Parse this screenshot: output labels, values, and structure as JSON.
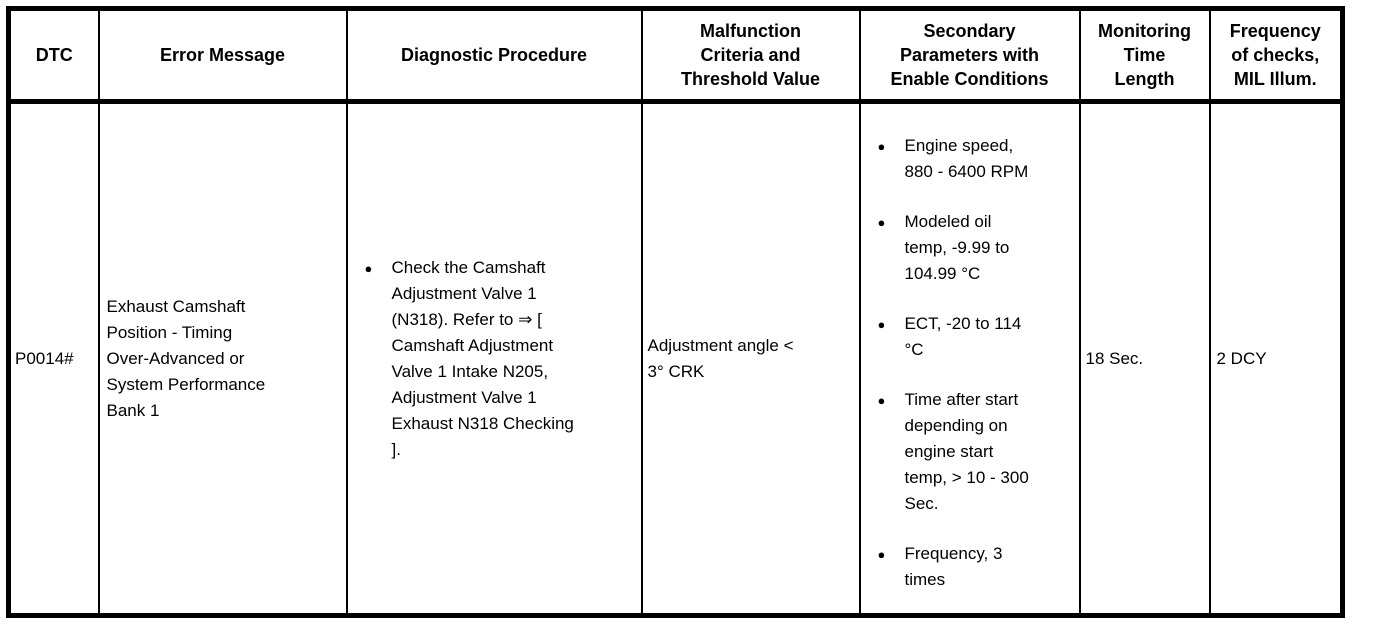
{
  "colors": {
    "background": "#ffffff",
    "border": "#000000",
    "text": "#000000"
  },
  "glyphs": {
    "bullet": "●"
  },
  "table": {
    "headers": {
      "dtc": "DTC",
      "error_message": "Error Message",
      "diagnostic_procedure": "Diagnostic Procedure",
      "malfunction_criteria": "Malfunction\nCriteria and\nThreshold Value",
      "secondary_parameters": "Secondary\nParameters with\nEnable Conditions",
      "monitoring_time_length": "Monitoring\nTime\nLength",
      "frequency_of_checks": "Frequency\nof checks,\nMIL Illum."
    },
    "row": {
      "dtc": "P0014#",
      "error_message": "Exhaust Camshaft\nPosition - Timing\nOver-Advanced or\nSystem Performance\nBank 1",
      "diagnostic_procedure": [
        "Check the Camshaft\nAdjustment Valve 1\n(N318). Refer to ⇒ [\nCamshaft Adjustment\nValve 1 Intake N205,\nAdjustment Valve 1\nExhaust N318 Checking\n]."
      ],
      "malfunction_criteria": "Adjustment angle <\n3° CRK",
      "secondary_parameters": [
        "Engine speed,\n880 - 6400 RPM",
        "Modeled oil\ntemp, -9.99 to\n104.99 °C",
        "ECT, -20 to 114\n°C",
        "Time after start\ndepending on\nengine start\ntemp, > 10 - 300\nSec.",
        "Frequency, 3\ntimes"
      ],
      "monitoring_time_length": "18 Sec.",
      "frequency_of_checks": "2 DCY"
    }
  }
}
